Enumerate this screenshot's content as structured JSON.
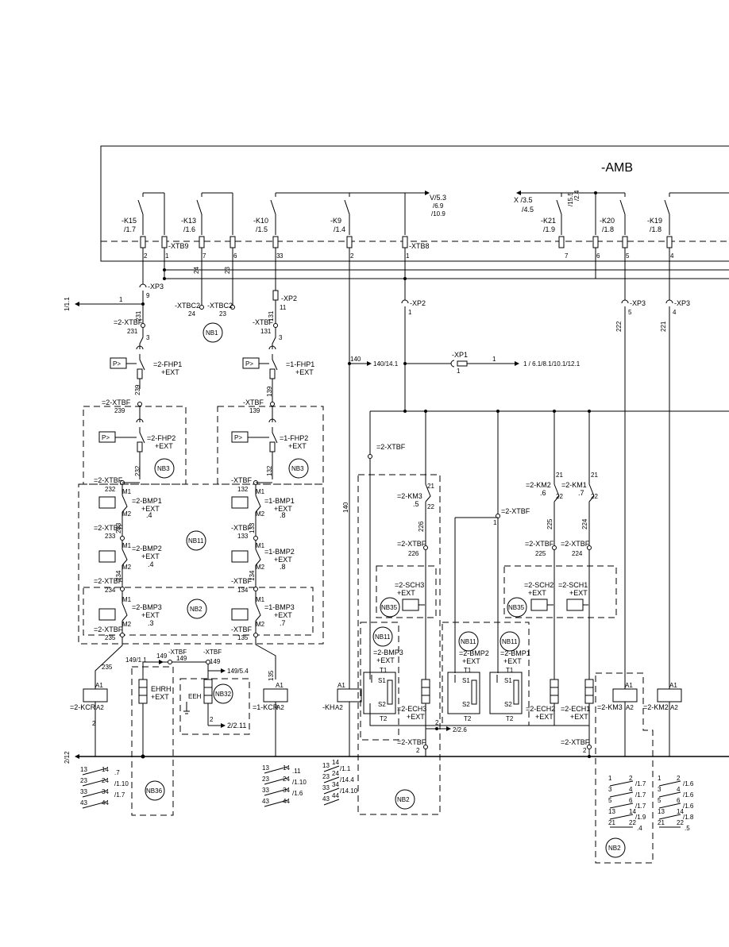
{
  "title": "-AMB",
  "enclosures": {
    "nb1": "NB1",
    "nb2": "NB2",
    "nb3": "NB3",
    "nb11": "NB11",
    "nb32": "NB32",
    "nb35": "NB35",
    "nb36": "NB36"
  },
  "amb": {
    "relays": [
      {
        "name": "-K15",
        "ref": "/1.7"
      },
      {
        "name": "-K13",
        "ref": "/1.6"
      },
      {
        "name": "-K10",
        "ref": "/1.5"
      },
      {
        "name": "-K9",
        "ref": "/1.4"
      },
      {
        "name": "-K21",
        "ref": "/1.9"
      },
      {
        "name": "-K20",
        "ref": "/1.8"
      },
      {
        "name": "-K19",
        "ref": "/1.8"
      }
    ],
    "xtb9": "-XTB9",
    "xtb8": "-XTB8",
    "terminals_left": [
      "2",
      "1",
      "7",
      "6",
      "3",
      "2",
      "1"
    ],
    "terminals_right": [
      "7",
      "6",
      "5",
      "4"
    ],
    "ref_v": "V/5.3",
    "ref_v2": "/6.9",
    "ref_v3": "/10.9",
    "ref_x": "X /3.5",
    "ref_x2": "/4.5",
    "ref_x3": "/2.4",
    "ref_x4": "/15.5"
  },
  "wires": {
    "w24": "24",
    "w23": "23",
    "w1": "1",
    "w231": "231",
    "w3": "3",
    "w239": "239",
    "w131": "131",
    "w11": "11",
    "w139": "139",
    "w140": "140",
    "w232": "232",
    "w132": "132",
    "w233": "233",
    "w133": "133",
    "w234": "234",
    "w134": "134",
    "w235": "235",
    "w135": "135",
    "w149": "149",
    "w226": "226",
    "w225": "225",
    "w224": "224",
    "w222": "222",
    "w221": "221",
    "w2": "2",
    "w21": "21",
    "w22": "22"
  },
  "left_ref": "1/1.1",
  "bottom_ref": "2/12",
  "xp3": "-XP3",
  "xp3_9": "9",
  "xp2": "-XP2",
  "xp2_1": "1",
  "xp1": "-XP1",
  "xp1_1": "1",
  "xp1_ref": "1 / 6.1/8.1/10.1/12.1",
  "ref_140": "140/14.1",
  "xtbc2_a": "-XTBC2",
  "xtbc2_a_n": "24",
  "xtbc2_b": "-XTBC2",
  "xtbc2_b_n": "23",
  "left_column": {
    "xtbf_231": "=2-XTBF",
    "n231": "231",
    "fhp1": "=2-FHP1",
    "fhp1_ext": "+EXT",
    "xtbf_239": "=2-XTBF",
    "n239": "239",
    "fhp2": "=2-FHP2",
    "fhp2_ext": "+EXT",
    "xtbf_232": "=2-XTBF",
    "n232": "232",
    "bmp1": "=2-BMP1",
    "bmp1_ext": "+EXT",
    "bmp1_ref": ".4",
    "xtbf_233": "=2-XTBF",
    "n233": "233",
    "bmp2": "=2-BMP2",
    "bmp2_ext": "+EXT",
    "bmp2_ref": ".4",
    "xtbf_234": "=2-XTBF",
    "n234": "234",
    "bmp3": "=2-BMP3",
    "bmp3_ext": "+EXT",
    "bmp3_ref": ".3",
    "xtbf_235": "=2-XTBF",
    "n235": "235"
  },
  "mid_column": {
    "xtbf_131": "-XTBF",
    "n131": "131",
    "fhp1": "=1-FHP1",
    "fhp1_ext": "+EXT",
    "xtbf_139": "-XTBF",
    "n139": "139",
    "fhp2": "=1-FHP2",
    "fhp2_ext": "+EXT",
    "xtbf_132": "-XTBF",
    "n132": "132",
    "bmp1": "=1-BMP1",
    "bmp1_ext": "+EXT",
    "bmp1_ref": ".8",
    "xtbf_133": "-XTBF",
    "n133": "133",
    "bmp2": "=1-BMP2",
    "bmp2_ext": "+EXT",
    "bmp2_ref": ".8",
    "xtbf_134": "-XTBF",
    "n134": "134",
    "bmp3": "=1-BMP3",
    "bmp3_ext": "+EXT",
    "bmp3_ref": ".7",
    "xtbf_135": "-XTBF",
    "n135": "135"
  },
  "pins": {
    "m1": "M1",
    "m2": "M2",
    "a1": "A1",
    "a2": "A2",
    "t1": "T1",
    "t2": "T2",
    "s1": "S1",
    "s2": "S2",
    "p": "P>"
  },
  "bottom_devices": {
    "kcr2": "=2-KCR",
    "kcr1": "=1-KCR",
    "kh": "-KH",
    "ehrh": "EHRH",
    "ehrh_ext": "+EXT",
    "eeh": "EEH",
    "xtbf_149a": "-XTBF",
    "xtbf_149b": "-XTBF",
    "ref_149_11": "149/1.1",
    "ref_149_54": "149/5.4",
    "ref_2_211": "2/2.11",
    "km3": "=2-KM3",
    "km2": "=2-KM2"
  },
  "right_side": {
    "xtbf_top": "=2-XTBF",
    "km3": "=2-KM3",
    "km3_ref": ".5",
    "km2": "=2-KM2",
    "km2_ref": ".6",
    "km1": "=2-KM1",
    "km1_ref": ".7",
    "xtbf_1": "=2-XTBF",
    "xtbf_226": "=2-XTBF",
    "n226": "226",
    "xtbf_225": "=2-XTBF",
    "n225": "225",
    "xtbf_224": "=2-XTBF",
    "n224": "224",
    "sch3": "=2-SCH3",
    "sch2": "=2-SCH2",
    "sch1": "=2-SCH1",
    "ext": "+EXT",
    "bmp3": "=2-BMP3",
    "bmp2": "=2-BMP2",
    "bmp1": "=2-BMP1",
    "ech3": "=2-ECH3",
    "ech2": "=2-ECH2",
    "ech1": "=2-ECH1",
    "xtbf_2a": "=2-XTBF",
    "xtbf_2b": "=2-XTBF",
    "ref_226": "2/2.6",
    "xp3_5": "5",
    "xp3_4": "4"
  },
  "contact_tables": {
    "kcr2": {
      "rows": [
        [
          "13",
          "14",
          ".7"
        ],
        [
          "23",
          "24",
          "/1.10"
        ],
        [
          "33",
          "34",
          "/1.7"
        ],
        [
          "43",
          "44",
          ""
        ]
      ]
    },
    "kcr1": {
      "rows": [
        [
          "13",
          "14",
          ".11"
        ],
        [
          "23",
          "24",
          "/1.10"
        ],
        [
          "33",
          "34",
          "/1.6"
        ],
        [
          "43",
          "44",
          ""
        ]
      ]
    },
    "kh": {
      "rows": [
        [
          "13",
          "14",
          "/1.1"
        ],
        [
          "23",
          "24",
          "/14.4"
        ],
        [
          "33",
          "34",
          "/14.10"
        ],
        [
          "43",
          "44",
          ""
        ]
      ]
    },
    "km3": {
      "rows": [
        [
          "1",
          "2",
          "/1.7"
        ],
        [
          "3",
          "4",
          "/1.7"
        ],
        [
          "5",
          "6",
          "/1.7"
        ],
        [
          "13",
          "14",
          "/1.9"
        ],
        [
          "21",
          "22",
          ".4"
        ]
      ]
    },
    "km2": {
      "rows": [
        [
          "1",
          "2",
          "/1.6"
        ],
        [
          "3",
          "4",
          "/1.6"
        ],
        [
          "5",
          "6",
          "/1.6"
        ],
        [
          "13",
          "14",
          "/1.8"
        ],
        [
          "21",
          "22",
          ".5"
        ]
      ]
    }
  }
}
